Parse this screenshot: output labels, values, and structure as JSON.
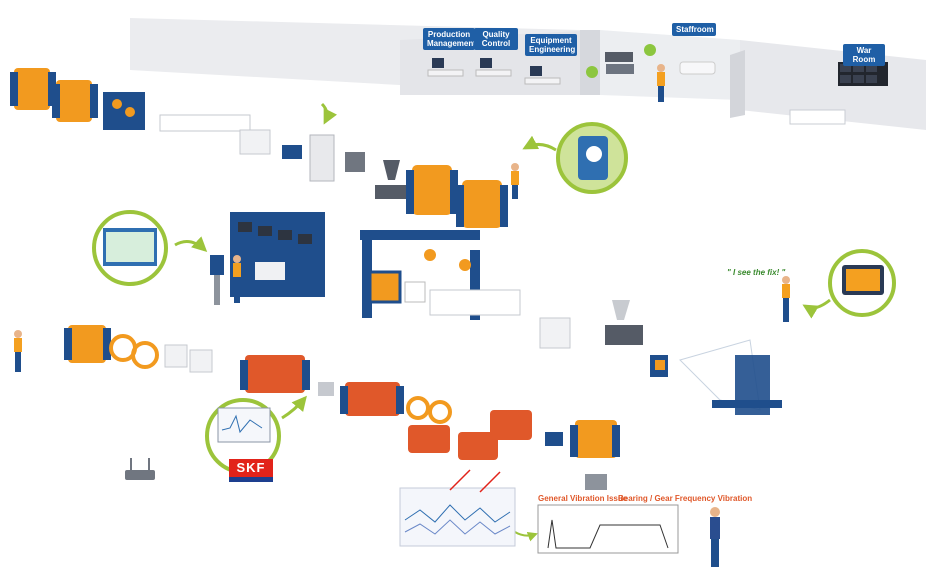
{
  "rooms": {
    "production": "Production Management",
    "quality": "Quality Control",
    "equipment": "Equipment Engineering",
    "staffroom": "Staffroom",
    "warroom": "War Room"
  },
  "callout": {
    "fix_quote": "\" I see the fix! \""
  },
  "brand": {
    "skf": "SKF"
  },
  "analysis": {
    "general_vibration": "General Vibration Issue",
    "bearing_gear": "Bearing / Gear Frequency Vibration"
  },
  "colors": {
    "machine_blue": "#1f4e8c",
    "reel_orange": "#f29a1f",
    "callout_green": "#9cc43b",
    "worker_orange": "#f4a020",
    "wall_gray": "#e6e7eb"
  }
}
